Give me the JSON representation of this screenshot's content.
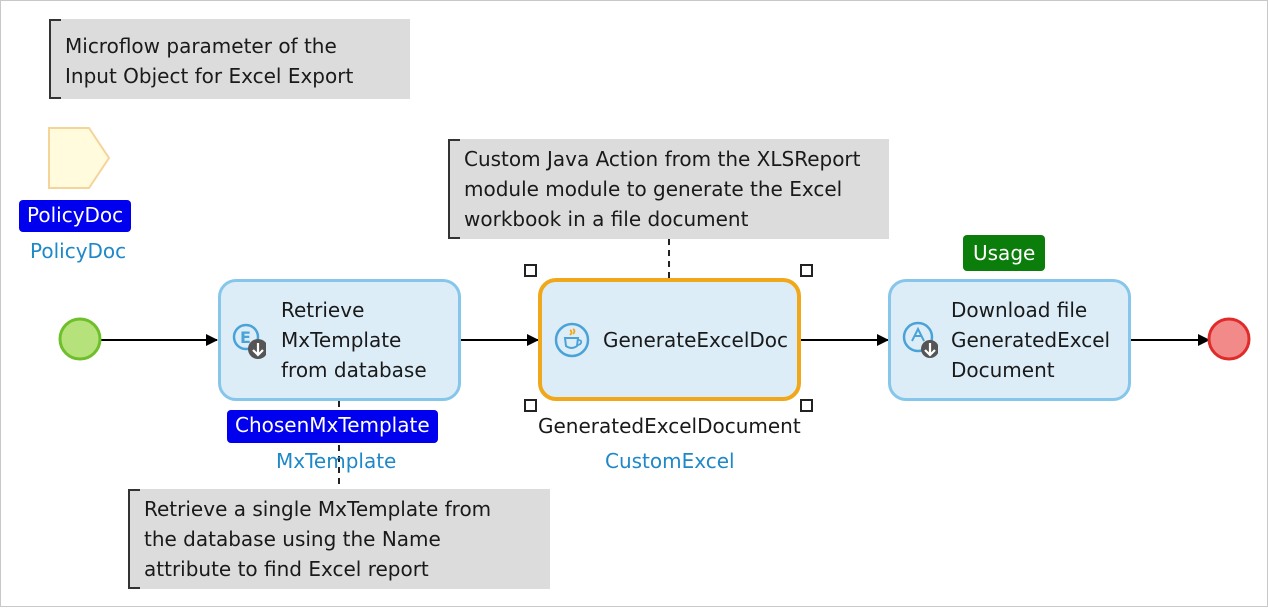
{
  "diagram": {
    "notes": {
      "parameter_note": [
        "Microflow parameter of the",
        "Input Object for Excel Export"
      ],
      "java_note": [
        "Custom Java Action from the XLSReport",
        "module module to generate the Excel",
        "workbook in a file document"
      ],
      "retrieve_note": [
        "Retrieve a single MxTemplate from",
        "the database using the Name",
        "attribute to find Excel report"
      ]
    },
    "parameter": {
      "name": "PolicyDoc",
      "type": "PolicyDoc"
    },
    "activities": {
      "retrieve": {
        "label": [
          "Retrieve",
          "MxTemplate",
          "from database"
        ],
        "output_variable": "ChosenMxTemplate",
        "output_type": "MxTemplate",
        "icon": "database-retrieve-icon"
      },
      "java_action": {
        "label": "GenerateExcelDoc",
        "output_variable": "GeneratedExcelDocument",
        "output_type": "CustomExcel",
        "icon": "java-cup-icon"
      },
      "download": {
        "label": [
          "Download file",
          "GeneratedExcel",
          "Document"
        ],
        "annotation_badge": "Usage",
        "icon": "download-file-icon"
      }
    },
    "events": {
      "start": "start-event",
      "end": "end-event"
    },
    "colors": {
      "start_fill": "#b5e27a",
      "start_stroke": "#6fbf2a",
      "end_fill": "#f28a8a",
      "end_stroke": "#e02b2b",
      "activity_fill": "#dcedf8",
      "activity_border": "#86c6ea",
      "java_border": "#f0a81a",
      "variable_badge": "#0000ee",
      "usage_badge": "#0a7d0a",
      "note_fill": "#dcdcdc",
      "type_text": "#1e88c8",
      "parameter_fill": "#fffbdc",
      "parameter_stroke": "#f5d49a"
    }
  }
}
